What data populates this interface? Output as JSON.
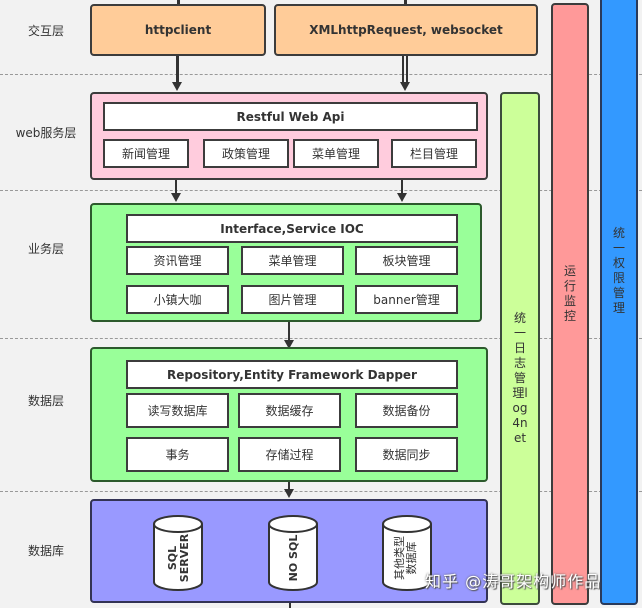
{
  "layers": [
    {
      "label": "交互层"
    },
    {
      "label": "web服务层"
    },
    {
      "label": "业务层"
    },
    {
      "label": "数据层"
    },
    {
      "label": "数据库"
    }
  ],
  "interaction": {
    "left": "httpclient",
    "right": "XMLhttpRequest, websocket"
  },
  "web": {
    "header": "Restful Web Api",
    "items": [
      "新闻管理",
      "政策管理",
      "菜单管理",
      "栏目管理"
    ]
  },
  "business": {
    "header": "Interface,Service IOC",
    "items": [
      "资讯管理",
      "菜单管理",
      "板块管理",
      "小镇大咖",
      "图片管理",
      "banner管理"
    ]
  },
  "data": {
    "header": "Repository,Entity Framework Dapper",
    "items": [
      "读写数据库",
      "数据缓存",
      "数据备份",
      "事务",
      "存储过程",
      "数据同步"
    ]
  },
  "database": {
    "items": [
      {
        "line1": "SQL",
        "line2": "SERVER"
      },
      {
        "line1": "NO SQL",
        "line2": ""
      },
      {
        "line1": "其他类型",
        "line2": "数据库"
      }
    ]
  },
  "side_bars": {
    "log": "统一日志管理log4net",
    "monitor": "运行监控",
    "auth": "统一权限管理"
  },
  "colors": {
    "orange": "#ffcc99",
    "pink": "#ffccdd",
    "green": "#99ff99",
    "purple": "#9999ff",
    "log_bar": "#ccff99",
    "monitor_bar": "#ff9999",
    "auth_bar": "#3399ff"
  },
  "watermark": "知乎 @涛哥架构师作品"
}
